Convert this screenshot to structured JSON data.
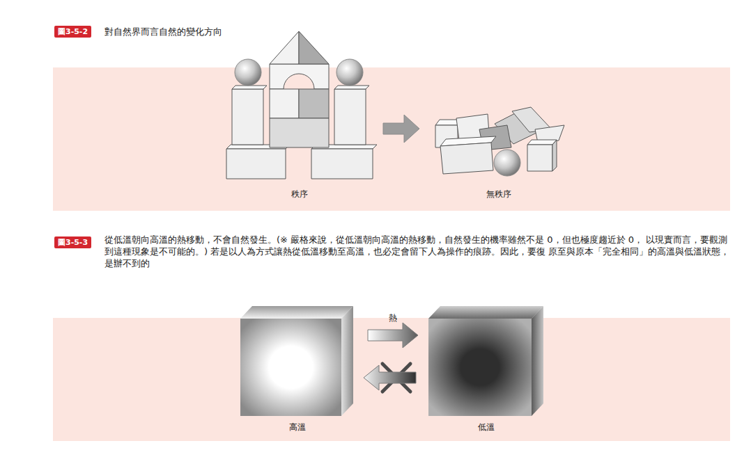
{
  "diagram": {
    "nodes": [
      {
        "text": [
          "圖3-5-2"
        ]
      },
      {
        "text": [
          "秩序"
        ]
      },
      {
        "text": [
          "無秩序"
        ]
      },
      {
        "text": [
          "圖3-5-3"
        ]
      },
      {
        "text": [
          "高溫"
        ]
      },
      {
        "text": [
          "低溫"
        ]
      }
    ],
    "edges": [
      {
        "from": 1,
        "to": 2,
        "arrow": "to"
      },
      {
        "from": 4,
        "to": 5,
        "label": "熱",
        "arrow": "to"
      },
      {
        "from": 5,
        "to": 4,
        "arrow": "to"
      }
    ],
    "labels": [
      "對自然界而言自然的變化方向",
      "從低溫朝向高溫的熱移動，不會自然發生。(※ 嚴格來說，從低溫朝向高溫的熱移動，自然發生的機率雖然不是 0，但也極度趨近於 0， 以現實而言，要觀測到這種現象是不可能的。) 若是以人為方式讓熱從低溫移動至高溫，也必定會留下人為操作的痕跡。因此，要復 原至與原本「完全相同」的高溫與低溫狀態，是辦不到的"
    ]
  }
}
